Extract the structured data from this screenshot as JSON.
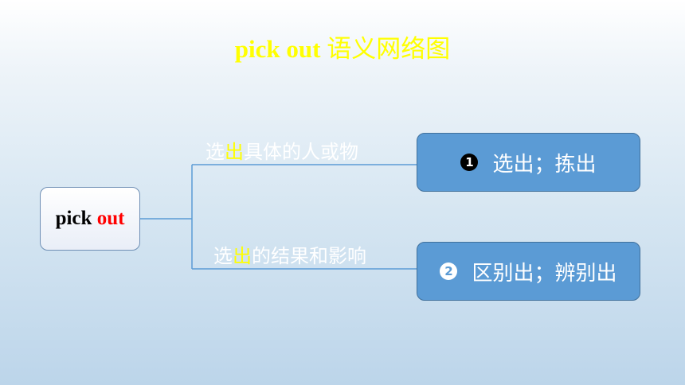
{
  "title": {
    "en": "pick out",
    "cn": "语义网络图"
  },
  "root": {
    "word1": "pick",
    "word2": "out"
  },
  "branches": [
    {
      "label_pre": "选",
      "label_hl": "出",
      "label_post": "具体的人或物"
    },
    {
      "label_pre": "选",
      "label_hl": "出",
      "label_post": "的结果和影响"
    }
  ],
  "senses": [
    {
      "number": "1",
      "text": "选出；拣出"
    },
    {
      "number": "2",
      "text": "区别出；辨别出"
    }
  ],
  "colors": {
    "highlight": "#ffff00",
    "keyword": "#ff0000",
    "box": "#5b9bd5",
    "connector": "#5b9bd5"
  }
}
